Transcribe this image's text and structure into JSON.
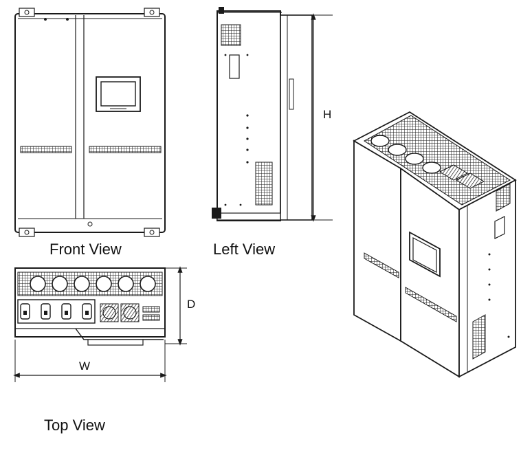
{
  "captions": {
    "front": "Front View",
    "left": "Left View",
    "top": "Top View"
  },
  "dimensions": {
    "height": "H",
    "depth": "D",
    "width": "W"
  },
  "colors": {
    "line": "#1a1a1a",
    "background": "#ffffff"
  }
}
